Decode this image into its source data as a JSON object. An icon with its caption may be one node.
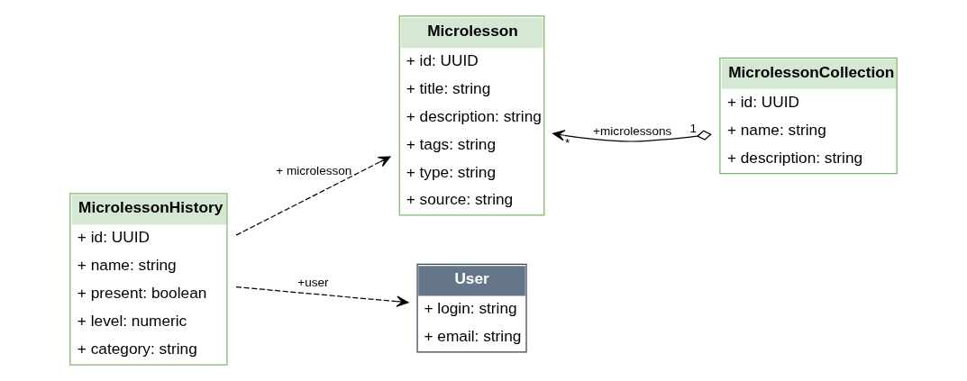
{
  "diagram": {
    "nodes": [
      {
        "text": [
          "MicrolessonHistory",
          "+ id: UUID",
          "+ name: string",
          "+ present: boolean",
          "+ level: numeric",
          "+ category: string"
        ]
      },
      {
        "text": [
          "Microlesson",
          "+ id: UUID",
          "+ title: string",
          "+ description: string",
          "+ tags: string",
          "+ type: string",
          "+ source: string"
        ]
      },
      {
        "text": [
          "MicrolessonCollection",
          "+ id: UUID",
          "+ name: string",
          "+ description: string"
        ]
      },
      {
        "text": [
          "User",
          "+ login: string",
          "+ email: string"
        ]
      }
    ],
    "edges": [
      {
        "from": 0,
        "to": 1,
        "arrow": "to",
        "label": "+ microlesson",
        "style": "dashed"
      },
      {
        "from": 2,
        "to": 1,
        "arrow": "to",
        "label": "+microlessons"
      },
      {
        "from": 0,
        "to": 3,
        "arrow": "to",
        "label": "+user",
        "style": "dashed"
      }
    ],
    "labels": [
      "*",
      "1"
    ]
  }
}
